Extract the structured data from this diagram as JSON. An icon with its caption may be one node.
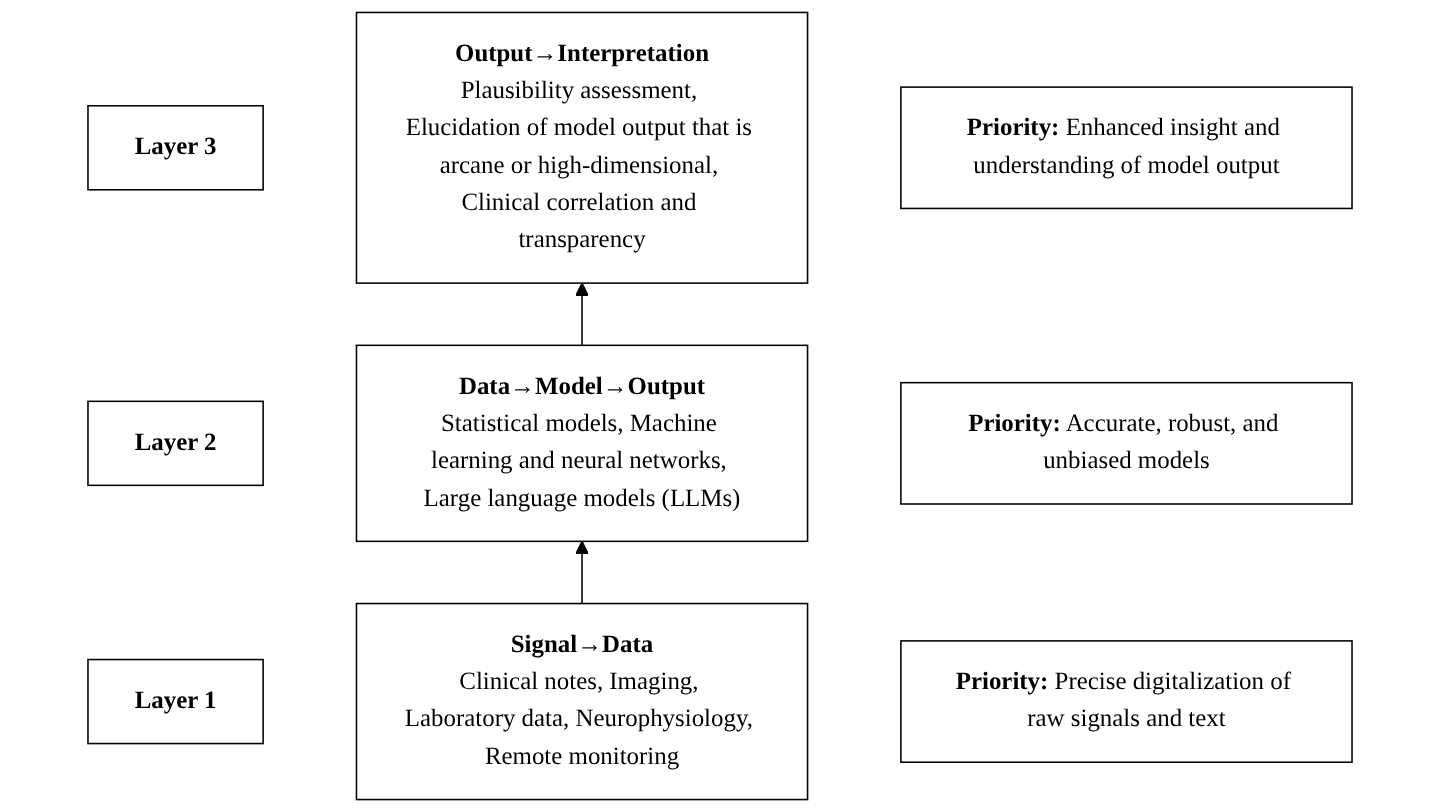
{
  "diagram": {
    "nodes": [
      {
        "text": [
          "Layer 3"
        ]
      },
      {
        "text": [
          "Output→Interpretation",
          "Plausibility assessment, Elucidation of model output that is arcane or high-dimensional, Clinical correlation and transparency"
        ]
      },
      {
        "text": [
          "**Priority:** Enhanced insight and understanding of model output"
        ]
      },
      {
        "text": [
          "Layer 2"
        ]
      },
      {
        "text": [
          "Data→Model→Output",
          "Statistical models, Machine learning and neural networks, Large language models (LLMs)"
        ]
      },
      {
        "text": [
          "**Priority:** Accurate, robust, and unbiased models"
        ]
      },
      {
        "text": [
          "Layer 1"
        ]
      },
      {
        "text": [
          "Signal→Data",
          "Clinical notes, Imaging, Laboratory data, Neurophysiology, Remote monitoring"
        ]
      },
      {
        "text": [
          "**Priority:** Precise digitalization of raw signals and text"
        ]
      }
    ],
    "edges": [
      {
        "from": 7,
        "to": 4,
        "arrow": "to"
      },
      {
        "from": 4,
        "to": 1,
        "arrow": "to"
      }
    ]
  }
}
